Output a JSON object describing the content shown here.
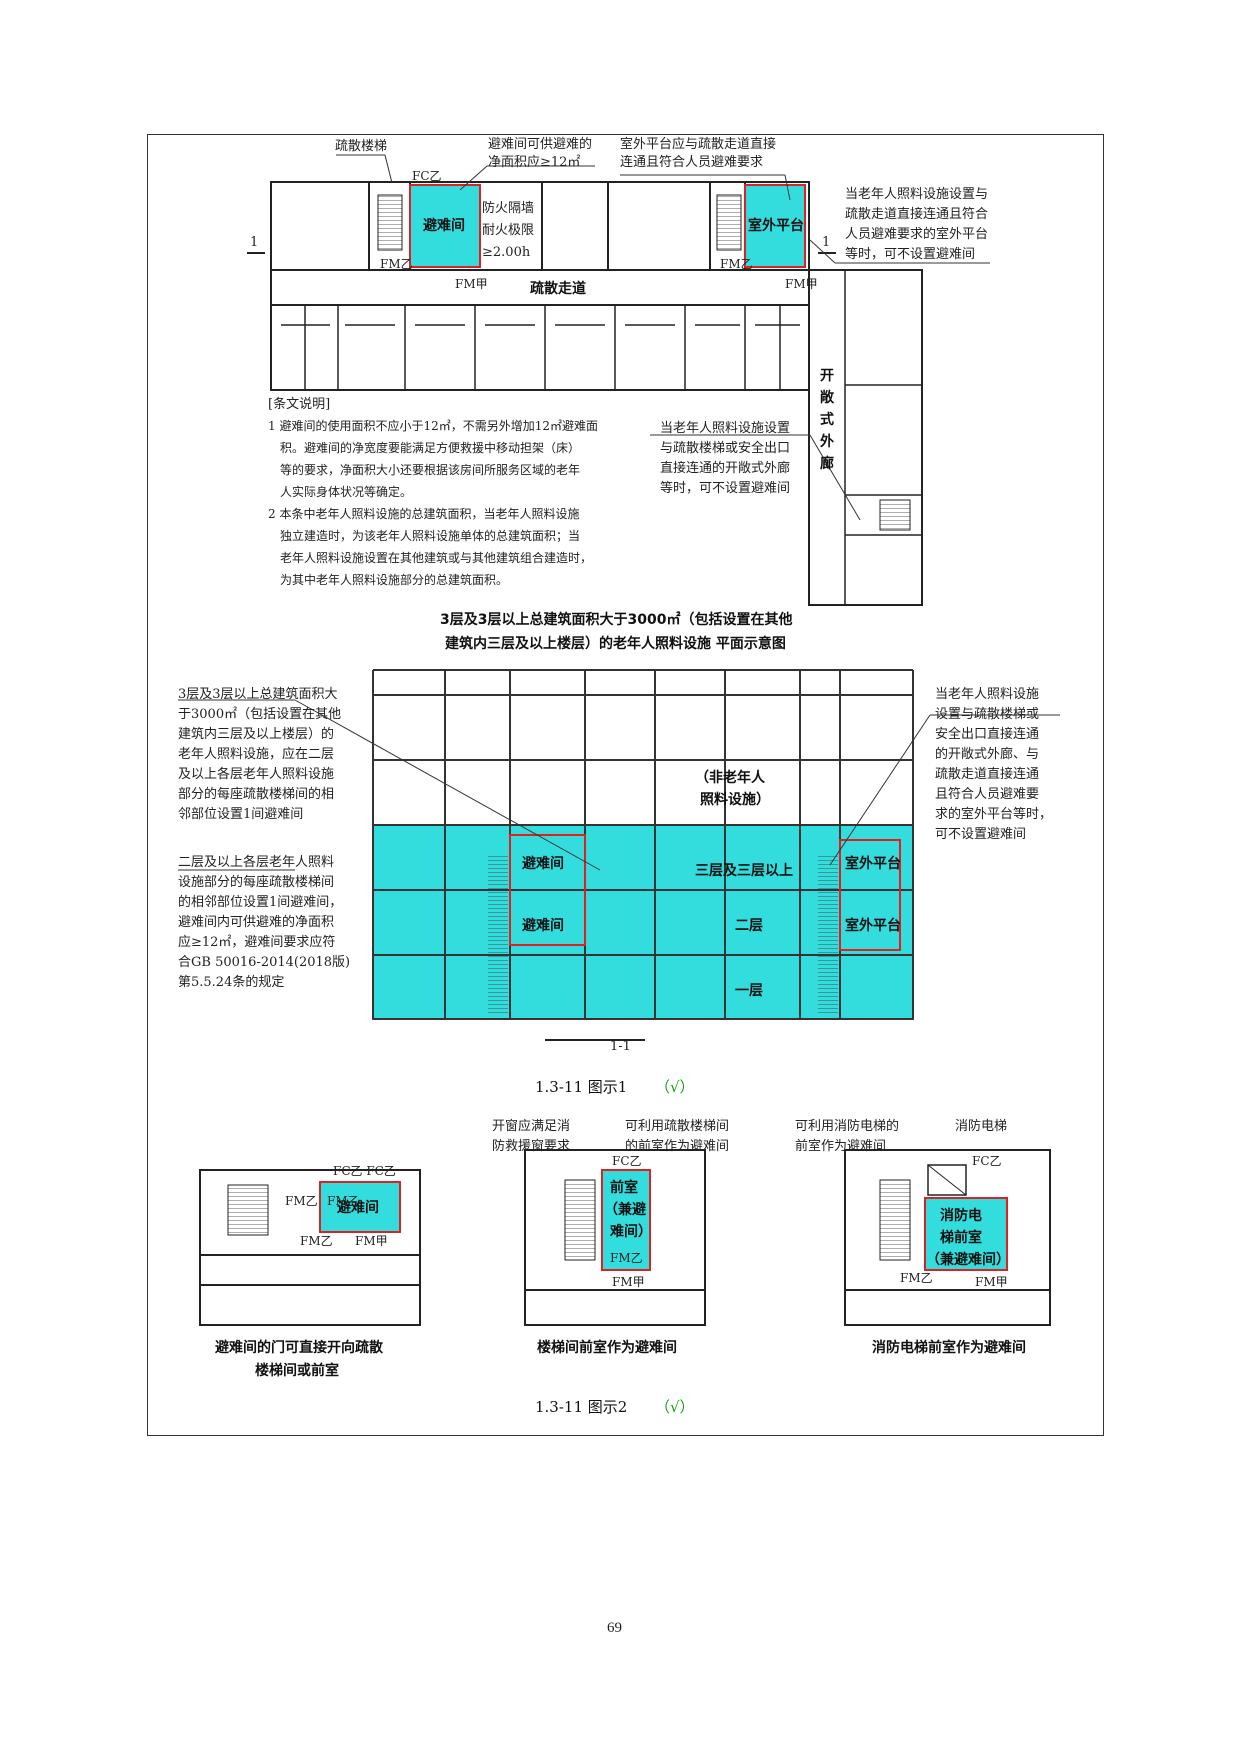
{
  "figure1": {
    "plan": {
      "label_stair": "疏散楼梯",
      "label_refuge_area": [
        "避难间可供避难的",
        "净面积应≥12㎡"
      ],
      "label_platform": [
        "室外平台应与疏散走道直接",
        "连通且符合人员避难要求"
      ],
      "refuge_room": "避难间",
      "firewall": [
        "防火隔墙",
        "耐火极限",
        "≥2.00h"
      ],
      "outdoor_platform": "室外平台",
      "corridor": "疏散走道",
      "section_mark": "1",
      "fc": "FC乙",
      "fm_yi": "FM乙",
      "fm_jia": "FM甲",
      "note_platform": [
        "当老年人照料设施设置与",
        "疏散走道直接连通且符合",
        "人员避难要求的室外平台",
        "等时，可不设置避难间"
      ],
      "open_corridor": [
        "开",
        "敞",
        "式",
        "外",
        "廊"
      ],
      "note_open_corridor": [
        "当老年人照料设施设置",
        "与疏散楼梯或安全出口",
        "直接连通的开敞式外廊",
        "等时，可不设置避难间"
      ],
      "explain_title": "[条文说明]",
      "explain_lines": [
        "1 避难间的使用面积不应小于12㎡，不需另外增加12㎡避难面",
        "积。避难间的净宽度要能满足方便救援中移动担架（床）",
        "等的要求，净面积大小还要根据该房间所服务区域的老年",
        "人实际身体状况等确定。",
        "2 本条中老年人照料设施的总建筑面积，当老年人照料设施",
        "独立建造时，为该老年人照料设施单体的总建筑面积；当",
        "老年人照料设施设置在其他建筑或与其他建筑组合建造时，",
        "为其中老年人照料设施部分的总建筑面积。"
      ],
      "title": [
        "3层及3层以上总建筑面积大于3000㎡（包括设置在其他",
        "建筑内三层及以上楼层）的老年人照料设施  平面示意图"
      ]
    },
    "section": {
      "left_note1": [
        "3层及3层以上总建筑面积大",
        "于3000㎡（包括设置在其他",
        "建筑内三层及以上楼层）的",
        "老年人照料设施，应在二层",
        "及以上各层老年人照料设施",
        "部分的每座疏散楼梯间的相",
        "邻部位设置1间避难间"
      ],
      "left_note2": [
        "二层及以上各层老年人照料",
        "设施部分的每座疏散楼梯间",
        "的相邻部位设置1间避难间，",
        "避难间内可供避难的净面积",
        "应≥12㎡，避难间要求应符",
        "合GB 50016-2014(2018版)",
        "第5.5.24条的规定"
      ],
      "right_note": [
        "当老年人照料设施",
        "设置与疏散楼梯或",
        "安全出口直接连通",
        "的开敞式外廊、与",
        "疏散走道直接连通",
        "且符合人员避难要",
        "求的室外平台等时，",
        "可不设置避难间"
      ],
      "non_elderly": [
        "（非老年人",
        "照料设施）"
      ],
      "refuge1": "避难间",
      "refuge2": "避难间",
      "floor3": "三层及三层以上",
      "floor2": "二层",
      "floor1": "一层",
      "platform1": "室外平台",
      "platform2": "室外平台",
      "section_label": "1-1"
    },
    "caption": "1.3-11 图示1",
    "check": "（√）"
  },
  "figure2": {
    "d1": {
      "room": "避难间",
      "fc": "FC乙 FC乙",
      "fm1": "FM乙",
      "fm2": "FM乙",
      "fm3": "FM乙",
      "fm4": "FM甲",
      "caption": [
        "避难间的门可直接开向疏散",
        "楼梯间或前室"
      ]
    },
    "d2": {
      "note1": [
        "开窗应满足消",
        "防救援窗要求"
      ],
      "note2": [
        "可利用疏散楼梯间",
        "的前室作为避难间"
      ],
      "room": [
        "前室",
        "（兼避",
        "难间）"
      ],
      "fc": "FC乙",
      "fm1": "FM乙",
      "fm2": "FM甲",
      "caption": "楼梯间前室作为避难间"
    },
    "d3": {
      "note1": [
        "可利用消防电梯的",
        "前室作为避难间"
      ],
      "note2": "消防电梯",
      "room": [
        "消防电",
        "梯前室",
        "（兼避难间）"
      ],
      "fc": "FC乙",
      "fm1": "FM乙",
      "fm2": "FM甲",
      "caption": "消防电梯前室作为避难间"
    },
    "caption": "1.3-11 图示2",
    "check": "（√）"
  },
  "page_number": "69",
  "colors": {
    "cyan": "#33DDDD",
    "red": "#E02020",
    "line": "#222222"
  }
}
